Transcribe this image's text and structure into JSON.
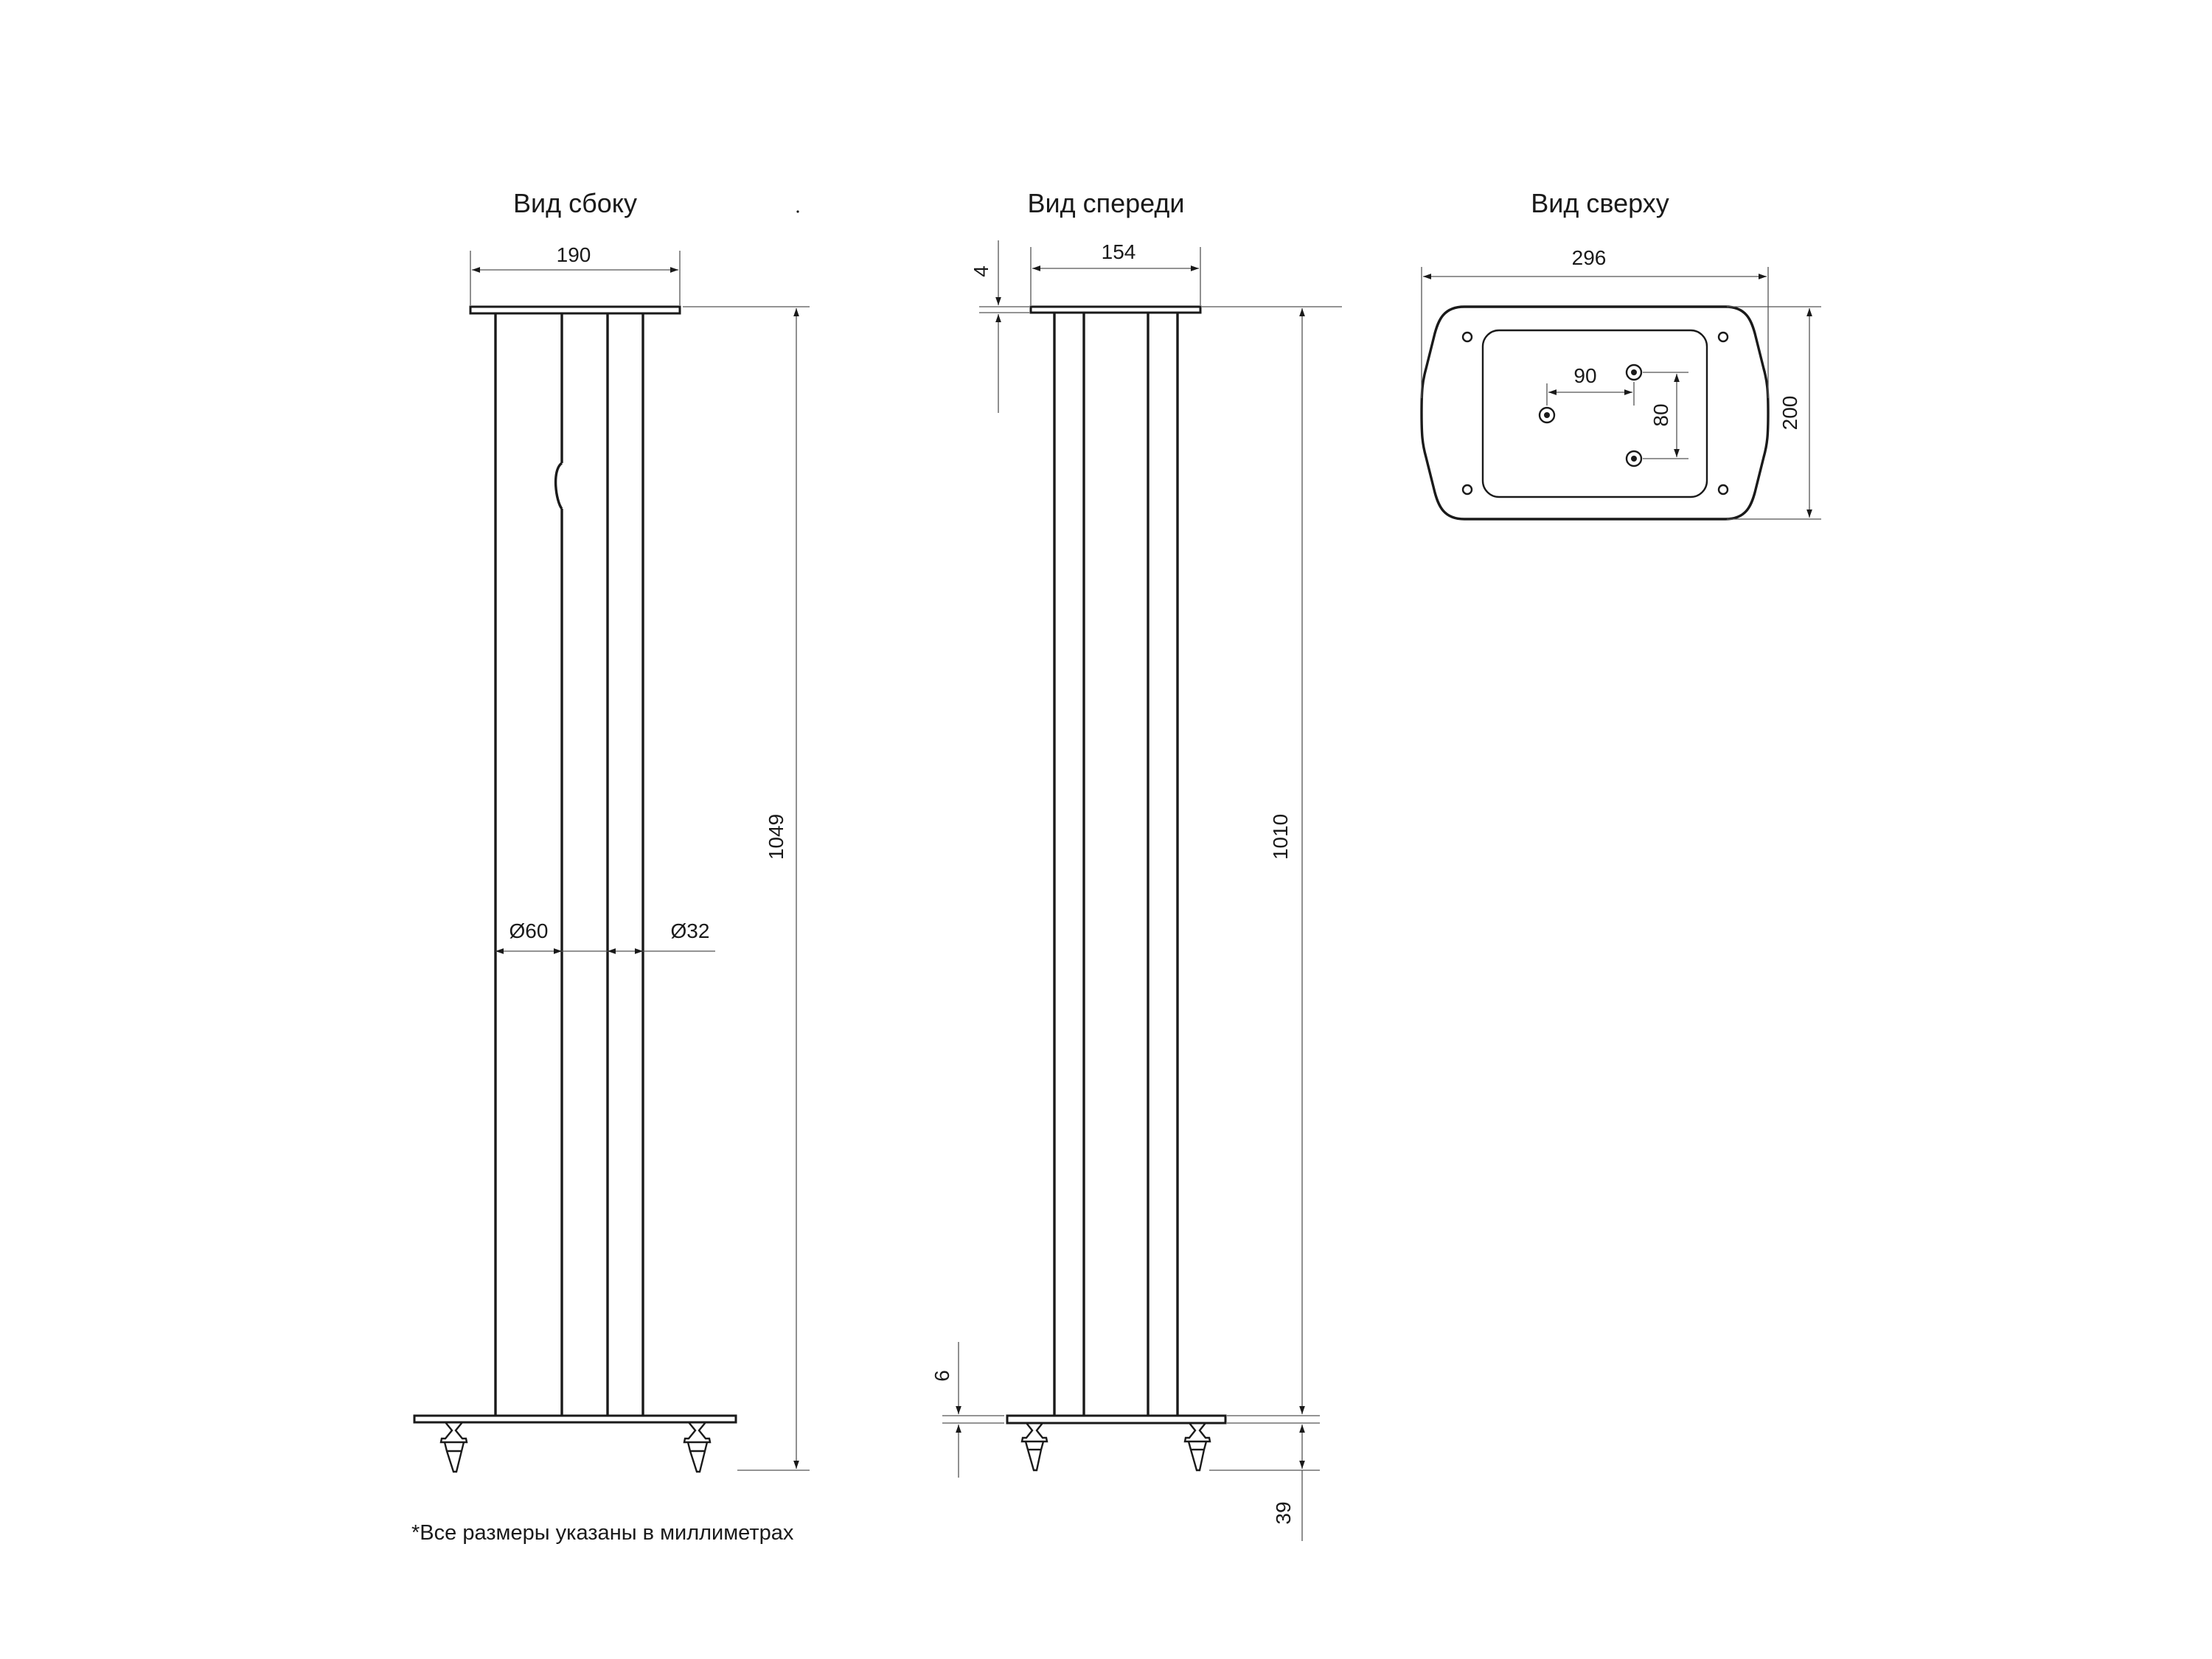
{
  "views": {
    "side": {
      "title": "Вид сбоку"
    },
    "front": {
      "title": "Вид спереди"
    },
    "top": {
      "title": "Вид сверху"
    }
  },
  "dimensions": {
    "side_width": "190",
    "side_height": "1049",
    "pillar_diameter_large": "Ø60",
    "pillar_diameter_small": "Ø32",
    "front_width": "154",
    "front_height": "1010",
    "top_plate_thickness": "4",
    "base_plate_thickness": "6",
    "spike_height": "39",
    "top_width": "296",
    "top_depth": "200",
    "hole_spacing_x": "90",
    "hole_spacing_y": "80"
  },
  "footnote": "*Все размеры указаны в миллиметрах",
  "colors": {
    "line": "#1a1a1a",
    "dimension_line": "#555555",
    "background": "#ffffff"
  }
}
